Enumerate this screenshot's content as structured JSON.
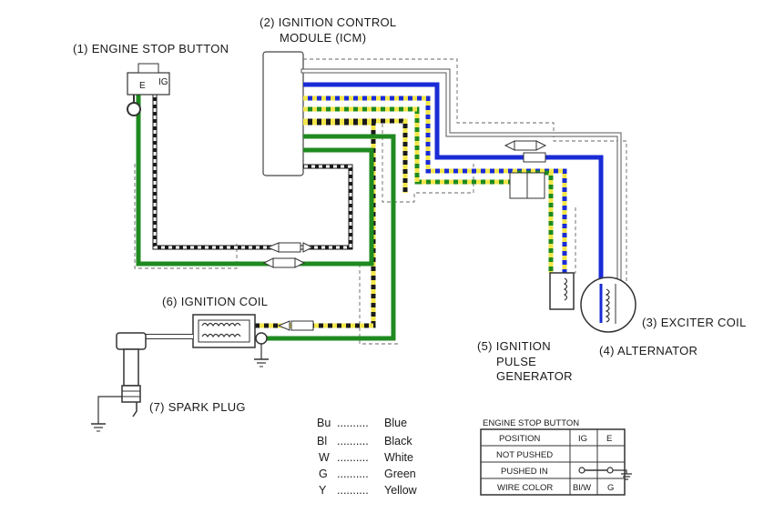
{
  "labels": {
    "engine_stop_button": "(1) ENGINE STOP BUTTON",
    "icm_line1": "(2) IGNITION CONTROL",
    "icm_line2": "MODULE (ICM)",
    "exciter_coil": "(3) EXCITER COIL",
    "alternator": "(4) ALTERNATOR",
    "pulse_gen_line1": "(5) IGNITION",
    "pulse_gen_line2": "PULSE",
    "pulse_gen_line3": "GENERATOR",
    "ignition_coil": "(6) IGNITION COIL",
    "spark_plug": "(7) SPARK PLUG"
  },
  "switch_terminals": {
    "e": "E",
    "ig": "IG"
  },
  "legend": [
    {
      "code": "Bu",
      "dots": "..........",
      "name": "Blue"
    },
    {
      "code": "Bl",
      "dots": "..........",
      "name": "Black"
    },
    {
      "code": "W",
      "dots": "..........",
      "name": "White"
    },
    {
      "code": "G",
      "dots": "..........",
      "name": "Green"
    },
    {
      "code": "Y",
      "dots": "..........",
      "name": "Yellow"
    }
  ],
  "table": {
    "title": "ENGINE STOP BUTTON",
    "headers": [
      "POSITION",
      "IG",
      "E"
    ],
    "rows": [
      {
        "label": "NOT PUSHED",
        "ig": "",
        "e": ""
      },
      {
        "label": "PUSHED IN",
        "ig": "",
        "e": ""
      },
      {
        "label": "WIRE COLOR",
        "ig": "Bl/W",
        "e": "G"
      }
    ]
  },
  "colors": {
    "blue": "#1a2bd6",
    "green": "#1f8a1f",
    "yellow": "#f2e64a",
    "black": "#1a1a1a",
    "white": "#ffffff",
    "outline": "#555555"
  }
}
